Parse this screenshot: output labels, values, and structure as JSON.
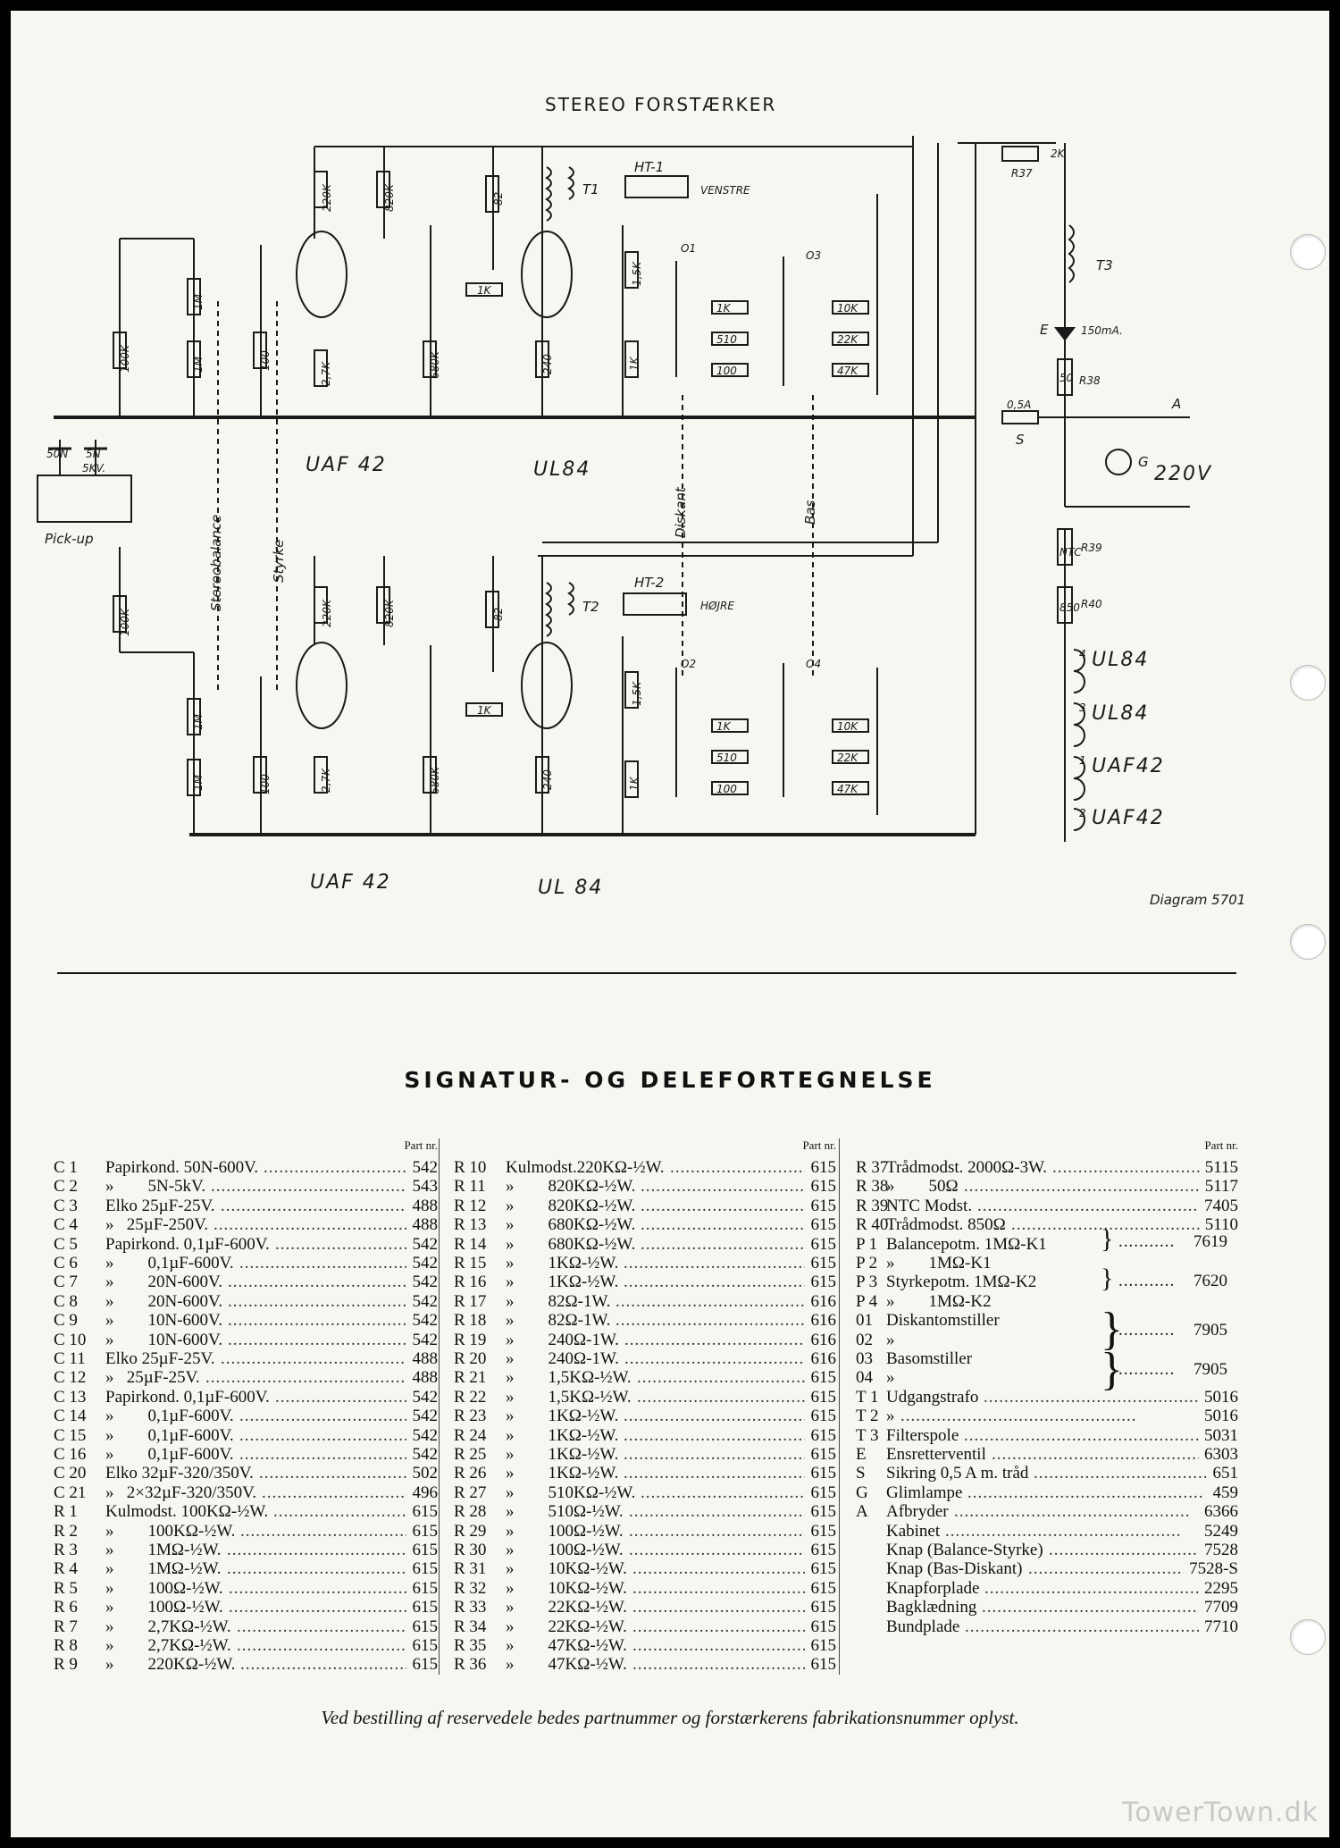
{
  "schematic": {
    "title": "STEREO FORSTÆRKER",
    "diagram_label": "Diagram 5701",
    "tube_labels": {
      "uaf42_top": "UAF 42",
      "ul84_top": "UL84",
      "uaf42_bottom": "UAF 42",
      "ul84_bottom": "UL 84"
    },
    "input_label": "Pick-up",
    "control_labels": {
      "stereobalance": "Stereobalance",
      "styrke": "Styrke",
      "diskant": "Diskant",
      "bas": "Bas"
    },
    "transformer_labels": {
      "ht1": "HT-1",
      "venstre": "VENSTRE",
      "ht2": "HT-2",
      "hoejre": "HØJRE",
      "t1": "T1",
      "t2": "T2",
      "t3": "T3"
    },
    "mains_label": "220V",
    "switch_label": "A",
    "fuse_label": "S",
    "fuse_value": "0,5A",
    "glow_label": "G",
    "rectifier_label": "E",
    "rectifier_current": "150mA.",
    "heater_chain": [
      "UL84",
      "UL84",
      "UAF42",
      "UAF42"
    ],
    "heater_numbers": [
      "4",
      "3",
      "1",
      "2"
    ],
    "ntc_label": "NTC",
    "r39": "R39",
    "r40": "R40",
    "r40_value": "850",
    "r37_value": "2K",
    "r37": "R37",
    "r38_value": "50",
    "r38": "R38",
    "pickup_caps": {
      "c1": "50N",
      "c2": "5N",
      "c2_voltage": "5KV."
    },
    "top_resistor_values": [
      "220K",
      "820K",
      "82",
      "1,5K",
      "100K",
      "1M",
      "1M",
      "100",
      "2,7K",
      "680K",
      "240",
      "1K",
      "1K"
    ],
    "bottom_resistor_values": [
      "220K",
      "820K",
      "82",
      "1,5K",
      "100K",
      "1M",
      "1M",
      "100",
      "2,7K",
      "680K",
      "240",
      "1K",
      "1K"
    ],
    "tone_values_top": [
      "1K",
      "510",
      "100",
      "10K",
      "22K",
      "47K"
    ],
    "tone_values_bottom": [
      "1K",
      "510",
      "100",
      "10K",
      "22K",
      "47K"
    ],
    "switch_names": {
      "o1": "O1",
      "o2": "O2",
      "o3": "O3",
      "o4": "O4"
    }
  },
  "parts_list": {
    "title": "SIGNATUR- OG DELEFORTEGNELSE",
    "part_nr_header": "Part nr.",
    "columns": [
      [
        {
          "code": "C 1",
          "desc": "Papirkond. 50N-600V.",
          "pn": "542"
        },
        {
          "code": "C 2",
          "desc": "»        5N-5kV.",
          "pn": "543"
        },
        {
          "code": "C 3",
          "desc": "Elko 25µF-25V.",
          "pn": "488"
        },
        {
          "code": "C 4",
          "desc": "»   25µF-250V.",
          "pn": "488"
        },
        {
          "code": "C 5",
          "desc": "Papirkond. 0,1µF-600V.",
          "pn": "542"
        },
        {
          "code": "C 6",
          "desc": "»        0,1µF-600V.",
          "pn": "542"
        },
        {
          "code": "C 7",
          "desc": "»        20N-600V.",
          "pn": "542"
        },
        {
          "code": "C 8",
          "desc": "»        20N-600V.",
          "pn": "542"
        },
        {
          "code": "C 9",
          "desc": "»        10N-600V.",
          "pn": "542"
        },
        {
          "code": "C 10",
          "desc": "»        10N-600V.",
          "pn": "542"
        },
        {
          "code": "C 11",
          "desc": "Elko 25µF-25V.",
          "pn": "488"
        },
        {
          "code": "C 12",
          "desc": "»   25µF-25V.",
          "pn": "488"
        },
        {
          "code": "C 13",
          "desc": "Papirkond. 0,1µF-600V.",
          "pn": "542"
        },
        {
          "code": "C 14",
          "desc": "»        0,1µF-600V.",
          "pn": "542"
        },
        {
          "code": "C 15",
          "desc": "»        0,1µF-600V.",
          "pn": "542"
        },
        {
          "code": "C 16",
          "desc": "»        0,1µF-600V.",
          "pn": "542"
        },
        {
          "code": "C 20",
          "desc": "Elko 32µF-320/350V.",
          "pn": "502"
        },
        {
          "code": "C 21",
          "desc": "»   2×32µF-320/350V.",
          "pn": "496"
        },
        {
          "code": "R 1",
          "desc": "Kulmodst. 100KΩ-½W.",
          "pn": "615"
        },
        {
          "code": "R 2",
          "desc": "»        100KΩ-½W.",
          "pn": "615"
        },
        {
          "code": "R 3",
          "desc": "»        1MΩ-½W.",
          "pn": "615"
        },
        {
          "code": "R 4",
          "desc": "»        1MΩ-½W.",
          "pn": "615"
        },
        {
          "code": "R 5",
          "desc": "»        100Ω-½W.",
          "pn": "615"
        },
        {
          "code": "R 6",
          "desc": "»        100Ω-½W.",
          "pn": "615"
        },
        {
          "code": "R 7",
          "desc": "»        2,7KΩ-½W.",
          "pn": "615"
        },
        {
          "code": "R 8",
          "desc": "»        2,7KΩ-½W.",
          "pn": "615"
        },
        {
          "code": "R 9",
          "desc": "»        220KΩ-½W.",
          "pn": "615"
        }
      ],
      [
        {
          "code": "R 10",
          "desc": "Kulmodst.220KΩ-½W.",
          "pn": "615"
        },
        {
          "code": "R 11",
          "desc": "»        820KΩ-½W.",
          "pn": "615"
        },
        {
          "code": "R 12",
          "desc": "»        820KΩ-½W.",
          "pn": "615"
        },
        {
          "code": "R 13",
          "desc": "»        680KΩ-½W.",
          "pn": "615"
        },
        {
          "code": "R 14",
          "desc": "»        680KΩ-½W.",
          "pn": "615"
        },
        {
          "code": "R 15",
          "desc": "»        1KΩ-½W.",
          "pn": "615"
        },
        {
          "code": "R 16",
          "desc": "»        1KΩ-½W.",
          "pn": "615"
        },
        {
          "code": "R 17",
          "desc": "»        82Ω-1W.",
          "pn": "616"
        },
        {
          "code": "R 18",
          "desc": "»        82Ω-1W.",
          "pn": "616"
        },
        {
          "code": "R 19",
          "desc": "»        240Ω-1W.",
          "pn": "616"
        },
        {
          "code": "R 20",
          "desc": "»        240Ω-1W.",
          "pn": "616"
        },
        {
          "code": "R 21",
          "desc": "»        1,5KΩ-½W.",
          "pn": "615"
        },
        {
          "code": "R 22",
          "desc": "»        1,5KΩ-½W.",
          "pn": "615"
        },
        {
          "code": "R 23",
          "desc": "»        1KΩ-½W.",
          "pn": "615"
        },
        {
          "code": "R 24",
          "desc": "»        1KΩ-½W.",
          "pn": "615"
        },
        {
          "code": "R 25",
          "desc": "»        1KΩ-½W.",
          "pn": "615"
        },
        {
          "code": "R 26",
          "desc": "»        1KΩ-½W.",
          "pn": "615"
        },
        {
          "code": "R 27",
          "desc": "»        510KΩ-½W.",
          "pn": "615"
        },
        {
          "code": "R 28",
          "desc": "»        510Ω-½W.",
          "pn": "615"
        },
        {
          "code": "R 29",
          "desc": "»        100Ω-½W.",
          "pn": "615"
        },
        {
          "code": "R 30",
          "desc": "»        100Ω-½W.",
          "pn": "615"
        },
        {
          "code": "R 31",
          "desc": "»        10KΩ-½W.",
          "pn": "615"
        },
        {
          "code": "R 32",
          "desc": "»        10KΩ-½W.",
          "pn": "615"
        },
        {
          "code": "R 33",
          "desc": "»        22KΩ-½W.",
          "pn": "615"
        },
        {
          "code": "R 34",
          "desc": "»        22KΩ-½W.",
          "pn": "615"
        },
        {
          "code": "R 35",
          "desc": "»        47KΩ-½W.",
          "pn": "615"
        },
        {
          "code": "R 36",
          "desc": "»        47KΩ-½W.",
          "pn": "615"
        }
      ],
      [
        {
          "code": "R 37",
          "desc": "Trådmodst. 2000Ω-3W.",
          "pn": "5115"
        },
        {
          "code": "R 38",
          "desc": "»        50Ω",
          "pn": "5117"
        },
        {
          "code": "R 39",
          "desc": "NTC Modst.",
          "pn": "7405"
        },
        {
          "code": "R 40",
          "desc": "Trådmodst. 850Ω",
          "pn": "5110"
        },
        {
          "code": "P 1",
          "desc": "Balancepotm. 1MΩ-K1",
          "pn": ""
        },
        {
          "code": "P 2",
          "desc": "»        1MΩ-K1",
          "pn": ""
        },
        {
          "code": "P 3",
          "desc": "Styrkepotm. 1MΩ-K2",
          "pn": ""
        },
        {
          "code": "P 4",
          "desc": "»        1MΩ-K2",
          "pn": ""
        },
        {
          "code": "01",
          "desc": "Diskantomstiller",
          "pn": ""
        },
        {
          "code": "02",
          "desc": "»",
          "pn": ""
        },
        {
          "code": "03",
          "desc": "Basomstiller",
          "pn": ""
        },
        {
          "code": "04",
          "desc": "»",
          "pn": ""
        },
        {
          "code": "T 1",
          "desc": "Udgangstrafo",
          "pn": "5016"
        },
        {
          "code": "T 2",
          "desc": "»",
          "pn": "5016"
        },
        {
          "code": "T 3",
          "desc": "Filterspole",
          "pn": "5031"
        },
        {
          "code": "E",
          "desc": "Ensretterventil",
          "pn": "6303"
        },
        {
          "code": "S",
          "desc": "Sikring 0,5 A m. tråd",
          "pn": "651"
        },
        {
          "code": "G",
          "desc": "Glimlampe",
          "pn": "459"
        },
        {
          "code": "A",
          "desc": "Afbryder",
          "pn": "6366"
        },
        {
          "code": "",
          "desc": "Kabinet",
          "pn": "5249"
        },
        {
          "code": "",
          "desc": "Knap (Balance-Styrke)",
          "pn": "7528"
        },
        {
          "code": "",
          "desc": "Knap (Bas-Diskant)",
          "pn": "7528-S"
        },
        {
          "code": "",
          "desc": "Knapforplade",
          "pn": "2295"
        },
        {
          "code": "",
          "desc": "Bagklædning",
          "pn": "7709"
        },
        {
          "code": "",
          "desc": "Bundplade",
          "pn": "7710"
        }
      ]
    ],
    "grouped_part_numbers": [
      "7619",
      "7620",
      "7905",
      "7905"
    ],
    "footer_note": "Ved bestilling af reservedele bedes partnummer og forstærkerens fabrikationsnummer oplyst."
  },
  "watermark": "TowerTown.dk"
}
